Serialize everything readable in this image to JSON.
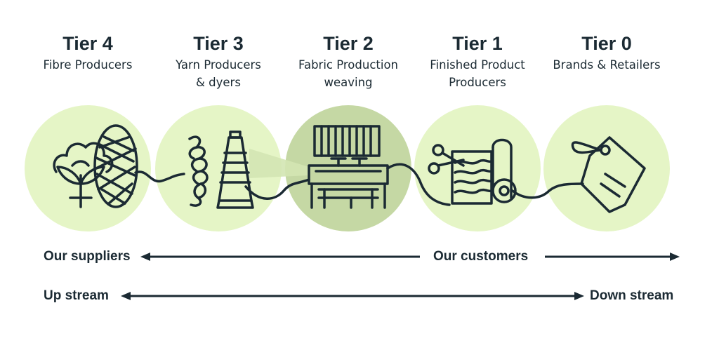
{
  "colors": {
    "circle_light": "#e5f5c6",
    "circle_mid": "#c5d8a4",
    "ink": "#1b2a33"
  },
  "tiers": [
    {
      "title": "Tier 4",
      "subtitle": [
        "Fibre Producers"
      ],
      "icon": "cotton-and-yarn-ball-icon"
    },
    {
      "title": "Tier 3",
      "subtitle": [
        "Yarn Producers",
        "& dyers"
      ],
      "icon": "twisted-yarn-and-spool-icon"
    },
    {
      "title": "Tier 2",
      "subtitle": [
        "Fabric Production",
        "weaving"
      ],
      "icon": "loom-icon"
    },
    {
      "title": "Tier 1",
      "subtitle": [
        "Finished Product",
        "Producers"
      ],
      "icon": "scissors-fabric-roll-icon"
    },
    {
      "title": "Tier 0",
      "subtitle": [
        "Brands & Retailers"
      ],
      "icon": "price-tag-icon"
    }
  ],
  "flows": {
    "suppliers": "Our suppliers",
    "customers": "Our customers",
    "upstream": "Up stream",
    "downstream": "Down stream"
  }
}
